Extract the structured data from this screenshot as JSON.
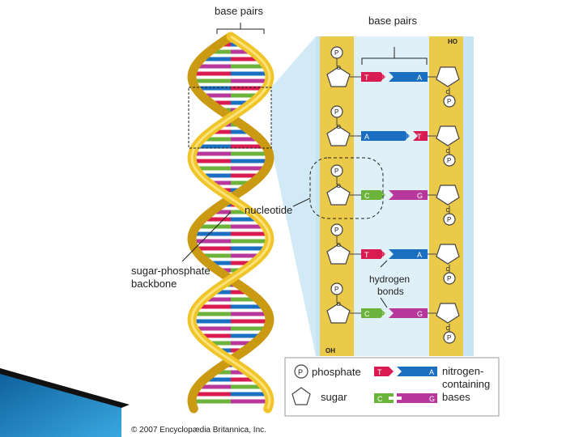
{
  "labels": {
    "base_pairs_top": "base pairs",
    "base_pairs_panel": "base pairs",
    "nucleotide": "nucleotide",
    "backbone_line1": "sugar-phosphate",
    "backbone_line2": "backbone",
    "hydrogen_line1": "hydrogen",
    "hydrogen_line2": "bonds",
    "end_top": "HO",
    "end_bottom": "OH",
    "copyright": "© 2007 Encyclopædia Britannica, Inc."
  },
  "panel": {
    "phosphate_symbol": "P",
    "oxygen_symbol": "O",
    "rows": [
      {
        "left": "T",
        "right": "A"
      },
      {
        "left": "A",
        "right": "T"
      },
      {
        "left": "C",
        "right": "G"
      },
      {
        "left": "T",
        "right": "A"
      },
      {
        "left": "C",
        "right": "G"
      }
    ]
  },
  "legend": {
    "phosphate_label": "phosphate",
    "sugar_label": "sugar",
    "bases_line1": "nitrogen-",
    "bases_line2": "containing",
    "bases_line3": "bases",
    "pair1_left": "T",
    "pair1_right": "A",
    "pair2_left": "C",
    "pair2_right": "G"
  },
  "colors": {
    "T": "#d81b50",
    "A": "#1a6fc0",
    "C": "#6bb33b",
    "G": "#b8379a",
    "backbone": "#f2c62a",
    "panel_bg": "#bfe0f2",
    "panel_inner": "#d8eef8"
  }
}
